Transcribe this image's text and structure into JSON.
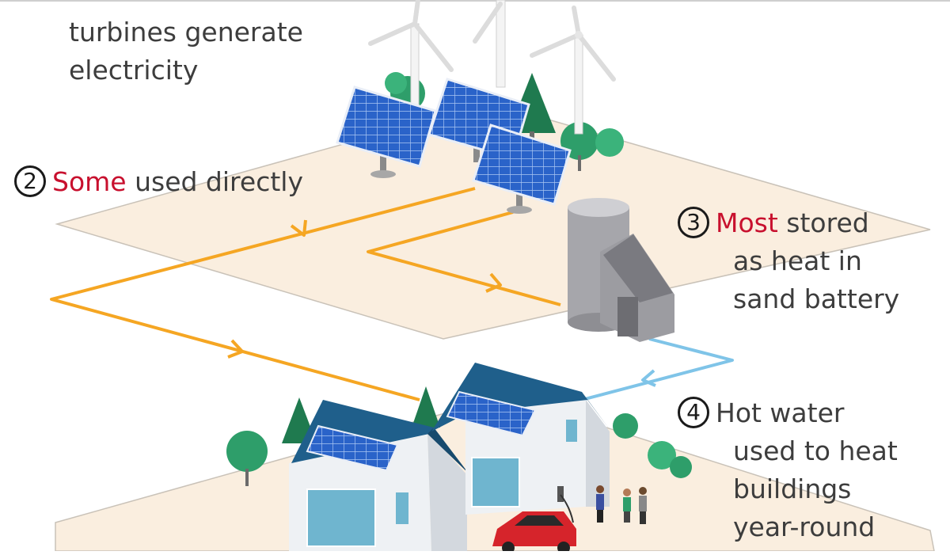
{
  "steps": [
    {
      "number": "",
      "highlight": "",
      "rest": "turbines generate",
      "line2": "electricity",
      "line3": "",
      "line4": ""
    },
    {
      "number": "2",
      "highlight": "Some",
      "rest": " used directly",
      "line2": "",
      "line3": "",
      "line4": ""
    },
    {
      "number": "3",
      "highlight": "Most",
      "rest": " stored",
      "line2": "as heat in",
      "line3": "sand battery",
      "line4": ""
    },
    {
      "number": "4",
      "highlight": "",
      "rest": "Hot water",
      "line2": "used to heat",
      "line3": "buildings",
      "line4": "year-round"
    }
  ],
  "colors": {
    "ground": "#faeedf",
    "ground_edge": "#c9c2b8",
    "electricity_flow": "#f5a623",
    "water_flow": "#7fc4e8",
    "highlight_text": "#c8102e",
    "roof": "#1f5f8b",
    "solar_panel": "#2a63c9",
    "tree": "#2e9e6a",
    "car": "#d6242b"
  },
  "icons": [
    "wind-turbine-icon",
    "solar-panel-icon",
    "tree-icon",
    "sand-battery-icon",
    "house-icon",
    "car-icon",
    "person-icon"
  ]
}
